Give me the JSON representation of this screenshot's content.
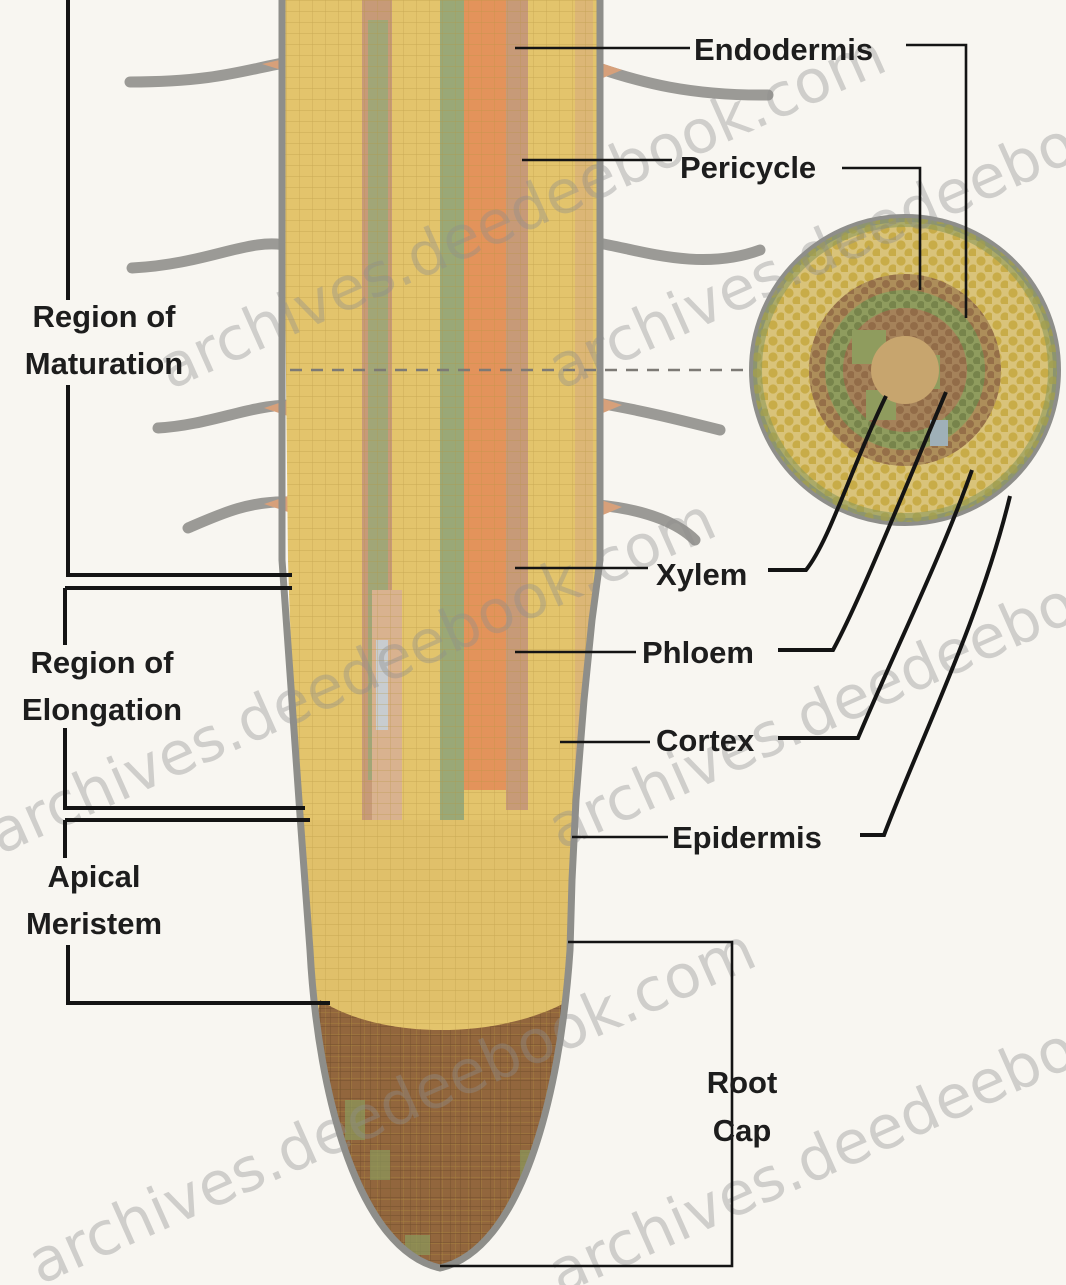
{
  "labels": {
    "endodermis": "Endodermis",
    "pericycle": "Pericycle",
    "xylem": "Xylem",
    "phloem": "Phloem",
    "cortex": "Cortex",
    "epidermis": "Epidermis",
    "root_cap_1": "Root",
    "root_cap_2": "Cap",
    "maturation_1": "Region of",
    "maturation_2": "Maturation",
    "elongation_1": "Region of",
    "elongation_2": "Elongation",
    "meristem_1": "Apical",
    "meristem_2": "Meristem"
  },
  "watermark": "archives.deedeebook.com",
  "colors": {
    "background": "#f8f6f1",
    "cortex": "#e3c46c",
    "vascular_orange": "#e3935b",
    "vascular_green": "#9aa877",
    "pericycle_tan": "#c79a78",
    "root_cap": "#92663d",
    "epidermis_edge": "#8e8e8a",
    "root_hair": "#9b9a96"
  }
}
